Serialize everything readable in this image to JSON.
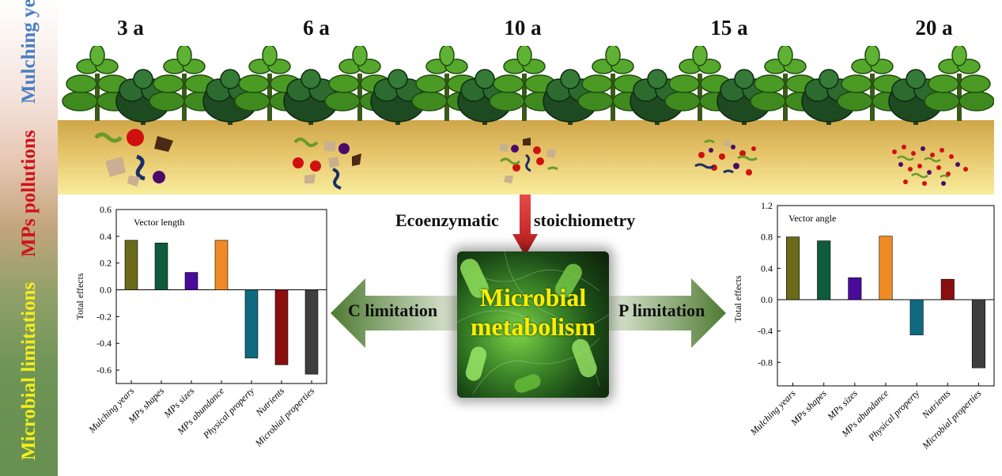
{
  "side_labels": {
    "top": "Mulching years",
    "middle": "MPs pollutions",
    "bottom": "Microbial limitations"
  },
  "years": [
    "3 a",
    "6 a",
    "10 a",
    "15 a",
    "20 a"
  ],
  "center": {
    "process_label_left": "Ecoenzymatic",
    "process_label_right": "stoichiometry",
    "title": "Microbial metabolism",
    "left_arrow_label": "C limitation",
    "right_arrow_label": "P limitation"
  },
  "colors": {
    "mulching_years": "#6b6a1a",
    "mps_shapes": "#0f5c3c",
    "mps_sizes": "#4a0a9a",
    "mps_abundance": "#f08a24",
    "physical_property": "#0f6a80",
    "nutrients": "#8b0e0e",
    "microbial_properties": "#3e3e3e"
  },
  "chart_data": [
    {
      "type": "bar",
      "title": "Vector length",
      "ylabel": "Total effects",
      "xlabel": "",
      "categories": [
        "Mulching years",
        "MPs shapes",
        "MPs sizes",
        "MPs abundance",
        "Physical property",
        "Nutrients",
        "Microbial properties"
      ],
      "values": [
        0.37,
        0.35,
        0.13,
        0.37,
        -0.51,
        -0.56,
        -0.63
      ],
      "ylim": [
        -0.7,
        0.6
      ],
      "yticks": [
        0.6,
        0.4,
        0.2,
        0.0,
        -0.2,
        -0.4,
        -0.6
      ],
      "ytick_labels": [
        "0.6",
        "0.4",
        "0.2",
        "0.0",
        "-0.2",
        "-0.4",
        "-0.6"
      ]
    },
    {
      "type": "bar",
      "title": "Vector angle",
      "ylabel": "Total effects",
      "xlabel": "",
      "categories": [
        "Mulching years",
        "MPs shapes",
        "MPs sizes",
        "MPs abundance",
        "Physical property",
        "Nutrients",
        "Microbial properties"
      ],
      "values": [
        0.8,
        0.75,
        0.28,
        0.81,
        -0.45,
        0.26,
        -0.87
      ],
      "ylim": [
        -1.1,
        1.2
      ],
      "yticks": [
        1.2,
        0.8,
        0.4,
        0.0,
        -0.4,
        -0.8
      ],
      "ytick_labels": [
        "1.2",
        "0.8",
        "0.4",
        "0.0",
        "-0.4",
        "-0.8"
      ]
    }
  ]
}
